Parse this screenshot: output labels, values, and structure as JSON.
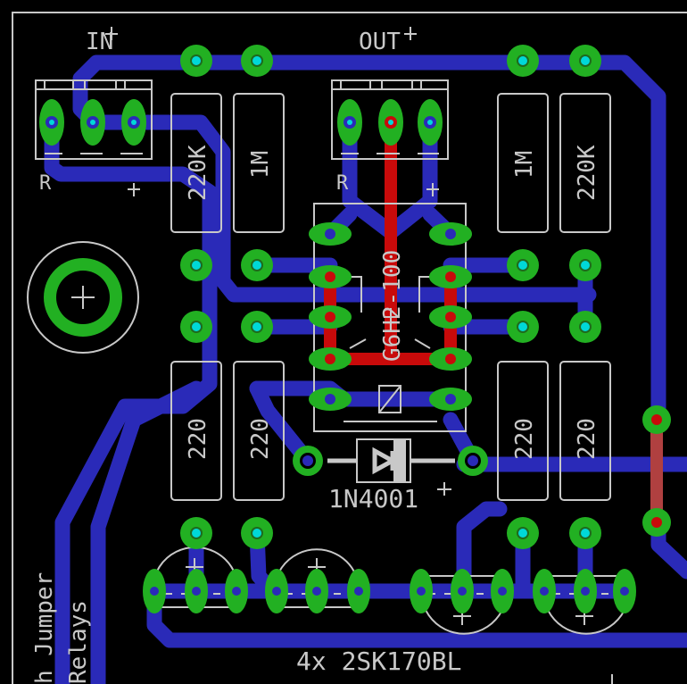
{
  "board": {
    "background": "#000000",
    "colors": {
      "bottom_copper": "#2a2ab8",
      "top_copper": "#c80a0a",
      "pad": "#22b022",
      "pad_hole": "#00d8d8",
      "silkscreen": "#c8c8c8",
      "outline": "#c8c8c8"
    }
  },
  "labels": {
    "in": "IN",
    "out": "OUT",
    "relay": "G6H2-100",
    "diode": "1N4001",
    "jfets": "4x 2SK170BL",
    "side_line1": "h Jumper",
    "side_line2": "Relays",
    "conn_in_ref": "R",
    "conn_out_ref": "R"
  },
  "resistors": [
    {
      "id": "r-in-220k",
      "value": "220K"
    },
    {
      "id": "r-in-1m",
      "value": "1M"
    },
    {
      "id": "r-out-1m",
      "value": "1M"
    },
    {
      "id": "r-out-220k",
      "value": "220K"
    },
    {
      "id": "r-in-220-a",
      "value": "220"
    },
    {
      "id": "r-in-220-b",
      "value": "220"
    },
    {
      "id": "r-out-220-a",
      "value": "220"
    },
    {
      "id": "r-out-220-b",
      "value": "220"
    }
  ]
}
